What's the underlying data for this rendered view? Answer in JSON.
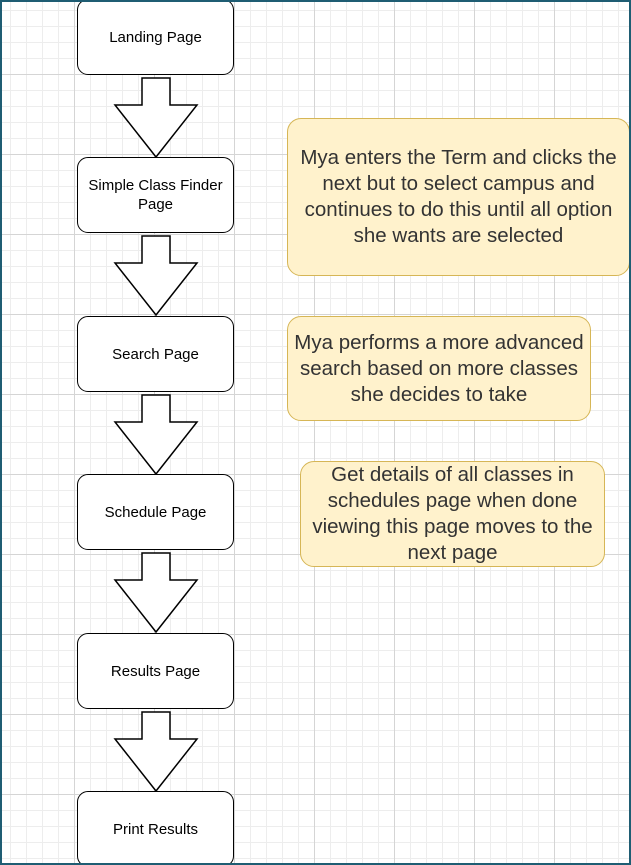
{
  "diagram": {
    "steps": [
      {
        "id": "landing-page",
        "label": "Landing Page"
      },
      {
        "id": "simple-class-finder-page",
        "label": "Simple Class Finder Page"
      },
      {
        "id": "search-page",
        "label": "Search Page"
      },
      {
        "id": "schedule-page",
        "label": "Schedule Page"
      },
      {
        "id": "results-page",
        "label": "Results Page"
      },
      {
        "id": "print-results",
        "label": "Print Results"
      }
    ],
    "notes": [
      {
        "attached_to": "simple-class-finder-page",
        "text": "Mya enters the Term and clicks the next but to select campus and continues to do this until all option she wants are selected"
      },
      {
        "attached_to": "search-page",
        "text": "Mya performs a more advanced search based on more classes she decides to take"
      },
      {
        "attached_to": "schedule-page",
        "text": "Get details of all classes in schedules page when done viewing this page moves to the next page"
      }
    ],
    "colors": {
      "frame": "#1f5d73",
      "note_fill": "#fff2cc",
      "note_border": "#d6b656",
      "step_border": "#000000"
    }
  }
}
